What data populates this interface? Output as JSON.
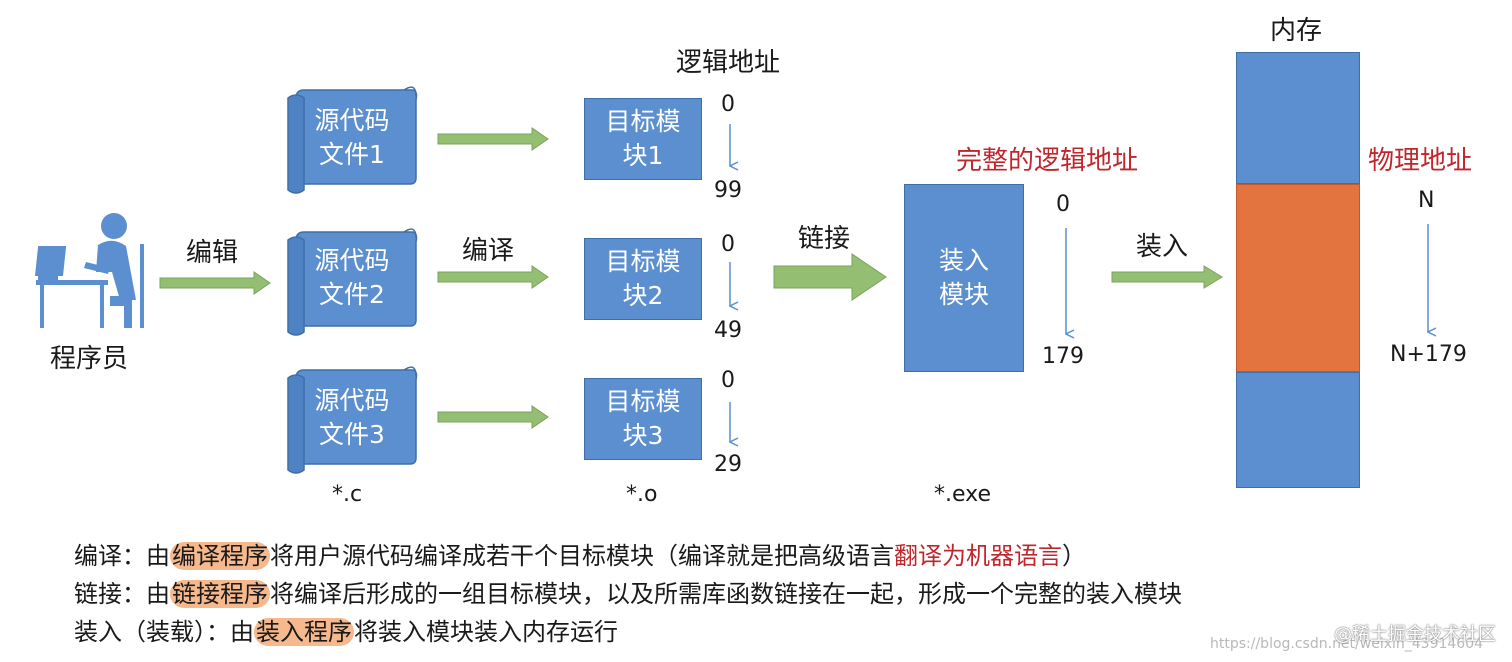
{
  "programmer": {
    "label": "程序员"
  },
  "steps": {
    "edit": "编辑",
    "compile": "编译",
    "link": "链接",
    "load": "装入"
  },
  "source_files": [
    {
      "line1": "源代码",
      "line2": "文件1"
    },
    {
      "line1": "源代码",
      "line2": "文件2"
    },
    {
      "line1": "源代码",
      "line2": "文件3"
    }
  ],
  "object_modules": [
    {
      "line1": "目标模",
      "line2": "块1",
      "start": "0",
      "end": "99"
    },
    {
      "line1": "目标模",
      "line2": "块2",
      "start": "0",
      "end": "49"
    },
    {
      "line1": "目标模",
      "line2": "块3",
      "start": "0",
      "end": "29"
    }
  ],
  "logical_address_title": "逻辑地址",
  "load_module": {
    "line1": "装入",
    "line2": "模块",
    "title": "完整的逻辑地址",
    "start": "0",
    "end": "179"
  },
  "memory": {
    "title": "内存",
    "physical_title": "物理地址",
    "start": "N",
    "end": "N+179",
    "colors": {
      "free": "#5b8fcf",
      "used": "#e3743f"
    }
  },
  "extensions": {
    "source": "*.c",
    "object": "*.o",
    "exe": "*.exe"
  },
  "captions": [
    {
      "label": "编译：由",
      "highlight": "编译程序",
      "text": "将用户源代码编译成若干个目标模块（编译就是把高级语言",
      "red": "翻译为机器语言",
      "tail": "）"
    },
    {
      "label": "链接：由",
      "highlight": "链接程序",
      "text": "将编译后形成的一组目标模块，以及所需库函数链接在一起，形成一个完整的装入模块"
    },
    {
      "label": "装入（装载）：由",
      "highlight": "装入程序",
      "text": "将装入模块装入内存运行"
    }
  ],
  "watermark": {
    "url": "https://blog.csdn.net/weixin_43914604",
    "site": "@稀土掘金技术社区"
  },
  "colors": {
    "box": "#5b8fcf",
    "arrow": "#94bf73",
    "highlight": "#f6b98e",
    "red_text": "#c0272d"
  }
}
